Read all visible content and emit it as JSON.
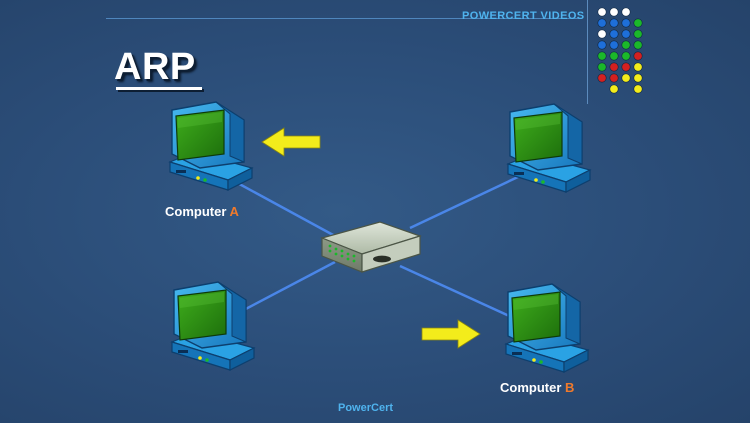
{
  "header": {
    "brand": "POWERCERT VIDEOS"
  },
  "title": "ARP",
  "computers": [
    {
      "id": "a",
      "label_prefix": "Computer",
      "label_letter": "A"
    },
    {
      "id": "b",
      "label_prefix": "Computer",
      "label_letter": "B"
    }
  ],
  "footer": {
    "brand": "PowerCert"
  },
  "colors": {
    "background": "#2b4d78",
    "link": "#4a86e8",
    "arrow": "#f3ec1b",
    "highlight": "#f07a2b",
    "screen": "#2c8f12",
    "monitor": "#1c93d6"
  },
  "dot_grid": [
    [
      "#ffffff",
      "#ffffff",
      "#ffffff"
    ],
    [
      "#1e6fd9",
      "#1e6fd9",
      "#1e6fd9",
      "#1bb82a"
    ],
    [
      "#ffffff",
      "#1e6fd9",
      "#1e6fd9",
      "#1bb82a"
    ],
    [
      "#1e6fd9",
      "#1e6fd9",
      "#1bb82a",
      "#1bb82a"
    ],
    [
      "#1bb82a",
      "#1bb82a",
      "#1bb82a",
      "#d42020"
    ],
    [
      "#1bb82a",
      "#d42020",
      "#d42020",
      "#f3ec1b"
    ],
    [
      "#d42020",
      "#d42020",
      "#f3ec1b",
      "#f3ec1b"
    ],
    [
      "",
      "#f3ec1b",
      "",
      "#f3ec1b"
    ]
  ]
}
